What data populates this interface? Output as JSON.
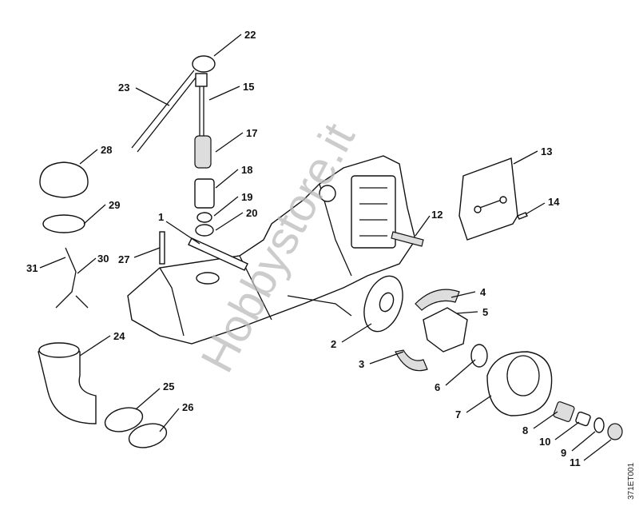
{
  "diagram": {
    "drawing_code": "371ET001",
    "watermark": "Hobbystore.it",
    "callouts": [
      {
        "id": "22",
        "label": "22"
      },
      {
        "id": "23",
        "label": "23"
      },
      {
        "id": "15",
        "label": "15"
      },
      {
        "id": "17",
        "label": "17"
      },
      {
        "id": "28",
        "label": "28"
      },
      {
        "id": "18",
        "label": "18"
      },
      {
        "id": "19",
        "label": "19"
      },
      {
        "id": "29",
        "label": "29"
      },
      {
        "id": "20",
        "label": "20"
      },
      {
        "id": "1",
        "label": "1"
      },
      {
        "id": "27",
        "label": "27"
      },
      {
        "id": "31",
        "label": "31"
      },
      {
        "id": "30",
        "label": "30"
      },
      {
        "id": "13",
        "label": "13"
      },
      {
        "id": "14",
        "label": "14"
      },
      {
        "id": "12",
        "label": "12"
      },
      {
        "id": "4",
        "label": "4"
      },
      {
        "id": "5",
        "label": "5"
      },
      {
        "id": "24",
        "label": "24"
      },
      {
        "id": "2",
        "label": "2"
      },
      {
        "id": "3",
        "label": "3"
      },
      {
        "id": "6",
        "label": "6"
      },
      {
        "id": "25",
        "label": "25"
      },
      {
        "id": "26",
        "label": "26"
      },
      {
        "id": "7",
        "label": "7"
      },
      {
        "id": "8",
        "label": "8"
      },
      {
        "id": "10",
        "label": "10"
      },
      {
        "id": "9",
        "label": "9"
      },
      {
        "id": "11",
        "label": "11"
      }
    ]
  }
}
